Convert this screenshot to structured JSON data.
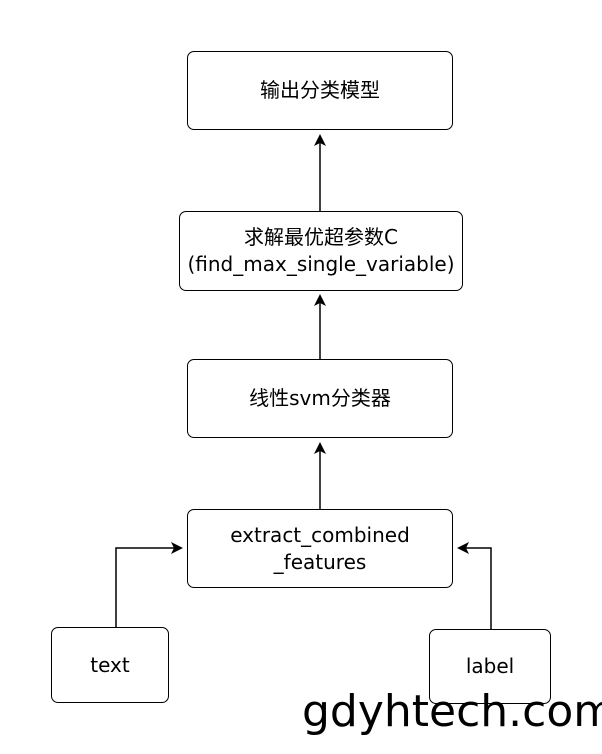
{
  "nodes": {
    "output": {
      "label": "输出分类模型"
    },
    "solve": {
      "line1": "求解最优超参数C",
      "line2": "(find_max_single_variable)"
    },
    "svm": {
      "label": "线性svm分类器"
    },
    "extract": {
      "line1": "extract_combined",
      "line2": "_features"
    },
    "text": {
      "label": "text"
    },
    "label": {
      "label": "label"
    }
  },
  "watermark": "gdyhtech.com"
}
